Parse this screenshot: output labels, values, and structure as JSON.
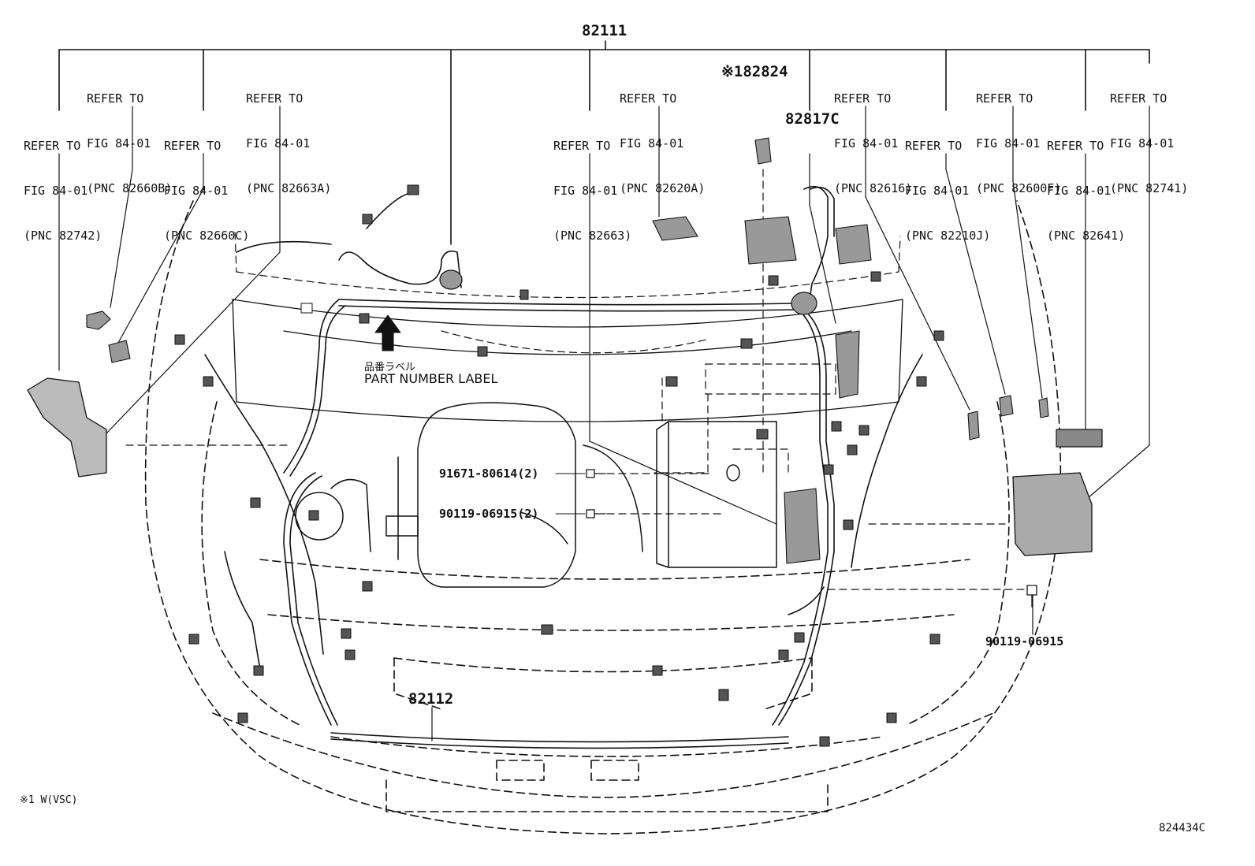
{
  "diagram": {
    "main_part_number": "82111",
    "harness_front_part_number": "82112",
    "variant_part_number": "※182824",
    "part_82817c": "82817C",
    "refer_labels": [
      {
        "line1": "REFER TO",
        "line2": "FIG 84-01",
        "line3": "(PNC 82742)"
      },
      {
        "line1": "REFER TO",
        "line2": "FIG 84-01",
        "line3": "(PNC 82660B)"
      },
      {
        "line1": "REFER TO",
        "line2": "FIG 84-01",
        "line3": "(PNC 82660C)"
      },
      {
        "line1": "REFER TO",
        "line2": "FIG 84-01",
        "line3": "(PNC 82663A)"
      },
      {
        "line1": "REFER TO",
        "line2": "FIG 84-01",
        "line3": "(PNC 82663)"
      },
      {
        "line1": "REFER TO",
        "line2": "FIG 84-01",
        "line3": "(PNC 82620A)"
      },
      {
        "line1": "REFER TO",
        "line2": "FIG 84-01",
        "line3": "(PNC 82616)"
      },
      {
        "line1": "REFER TO",
        "line2": "FIG 84-01",
        "line3": "(PNC 82210J)"
      },
      {
        "line1": "REFER TO",
        "line2": "FIG 84-01",
        "line3": "(PNC 82600F)"
      },
      {
        "line1": "REFER TO",
        "line2": "FIG 84-01",
        "line3": "(PNC 82641)"
      },
      {
        "line1": "REFER TO",
        "line2": "FIG 84-01",
        "line3": "(PNC 82741)"
      }
    ],
    "bolts": [
      {
        "label": "91671-80614(2)"
      },
      {
        "label": "90119-06915(2)"
      },
      {
        "label": "90119-06915"
      }
    ],
    "part_label_jp": "品番ラベル",
    "part_label_en": "PART NUMBER LABEL",
    "footnote": "※1 W(VSC)",
    "figure_code": "824434C"
  }
}
